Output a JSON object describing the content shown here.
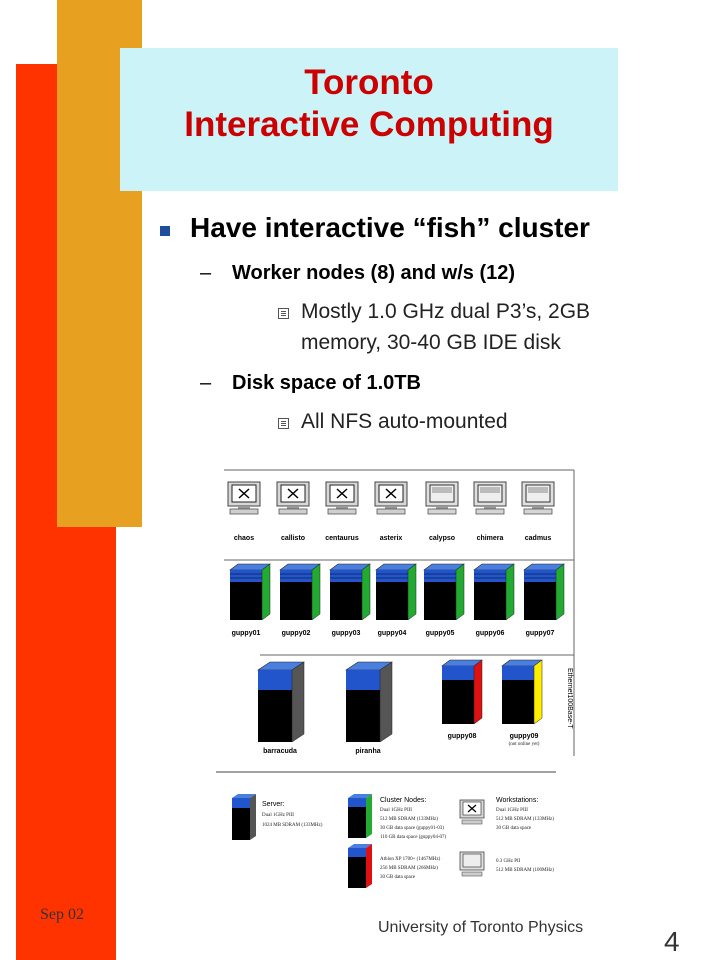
{
  "slide": {
    "title_line1": "Toronto",
    "title_line2": "Interactive Computing",
    "bullet1": "Have interactive “fish” cluster",
    "sub1": "Worker nodes (8) and w/s (12)",
    "sub1_detail": "Mostly 1.0 GHz dual P3’s, 2GB memory, 30-40 GB IDE disk",
    "sub2": "Disk space of 1.0TB",
    "sub2_detail": "All NFS auto-mounted",
    "dash": "–",
    "footer_date": "Sep  02",
    "footer_institution": "University of Toronto Physics",
    "page_number": "4"
  },
  "diagram": {
    "ethernet_label": "Ethernet100Base-T",
    "workstations": [
      "chaos",
      "callisto",
      "centaurus",
      "asterix",
      "calypso",
      "chimera",
      "cadmus"
    ],
    "guppies": [
      "guppy01",
      "guppy02",
      "guppy03",
      "guppy04",
      "guppy05",
      "guppy06",
      "guppy07"
    ],
    "servers": [
      "barracuda",
      "piranha"
    ],
    "guppy08": "guppy08",
    "guppy09": "guppy09",
    "guppy09_note": "(not online yet)",
    "legend": {
      "server_title": "Server:",
      "server_lines": [
        "Dual 1GHz PIII",
        "1024 MB SDRAM (133MHz)"
      ],
      "cluster_title": "Cluster Nodes:",
      "cluster_lines": [
        "Dual 1GHz PIII",
        "512 MB SDRAM (133MHz)",
        "30 GB data space (guppy01-03)",
        "110 GB data space (guppy04-07)"
      ],
      "cluster_lines2": [
        "Athlon XP 1700+ (1467MHz)",
        "256 MB SDRAM (266MHz)",
        "30 GB data space"
      ],
      "ws_title": "Workstations:",
      "ws_lines": [
        "Dual 1GHz PIII",
        "512 MB SDRAM (133MHz)",
        "30 GB data space"
      ],
      "ws_lines2": [
        "0.3 GHz PII",
        "512 MB SDRAM (100MHz)"
      ]
    },
    "colors": {
      "blue": "#2255cc",
      "green": "#22aa33",
      "red": "#dd1111",
      "yellow": "#ffee00"
    }
  }
}
